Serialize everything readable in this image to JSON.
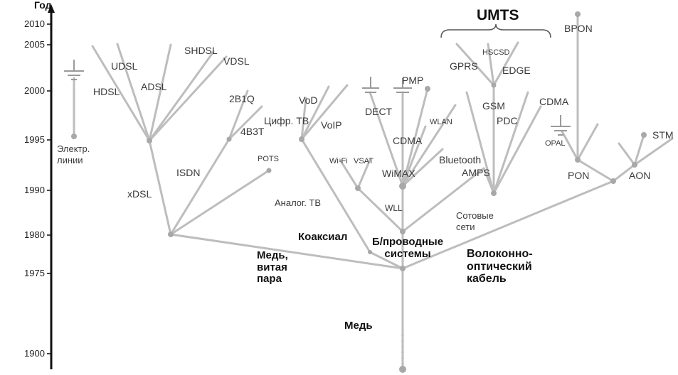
{
  "axis": {
    "title": "Год",
    "years": [
      "2010",
      "2005",
      "2000",
      "1995",
      "1990",
      "1980",
      "1975",
      "1900"
    ]
  },
  "labels": {
    "power_lines": "Электр.\nлинии",
    "udsl": "UDSL",
    "hdsl": "HDSL",
    "adsl": "ADSL",
    "shdsl": "SHDSL",
    "vdsl": "VDSL",
    "xdsl": "xDSL",
    "isdn": "ISDN",
    "b2q": "2B1Q",
    "b4b3t": "4B3T",
    "pots": "POTS",
    "vod": "VoD",
    "digital_tv": "Цифр. ТВ",
    "voip": "VoIP",
    "analog_tv": "Аналог. ТВ",
    "wifi": "Wi-Fi",
    "vsat": "VSAT",
    "dect": "DECT",
    "pmp": "PMP",
    "wlan": "WLAN",
    "cdma_wireless": "CDMA",
    "wimax": "WiMAX",
    "wll": "WLL",
    "bluetooth": "Bluetooth",
    "umts": "UMTS",
    "hscsd": "HSCSD",
    "gprs": "GPRS",
    "edge": "EDGE",
    "gsm": "GSM",
    "pdc": "PDC",
    "cdma_cellular": "CDMA",
    "amps": "AMPS",
    "cellular": "Сотовые\nсети",
    "bpon": "BPON",
    "opal": "OPAL",
    "pon": "PON",
    "aon": "AON",
    "stm": "STM",
    "coaxial": "Коаксиал",
    "wireless": "Б/проводные\nсистемы",
    "twisted_pair": "Медь,\nвитая\nпара",
    "fiber": "Волоконно-\nоптический\nкабель",
    "copper": "Медь"
  },
  "colors": {
    "branch": "#bdbdbd",
    "node": "#a8a8a8",
    "axis": "#111111",
    "text": "#3a3a3a",
    "bold_text": "#111111"
  }
}
